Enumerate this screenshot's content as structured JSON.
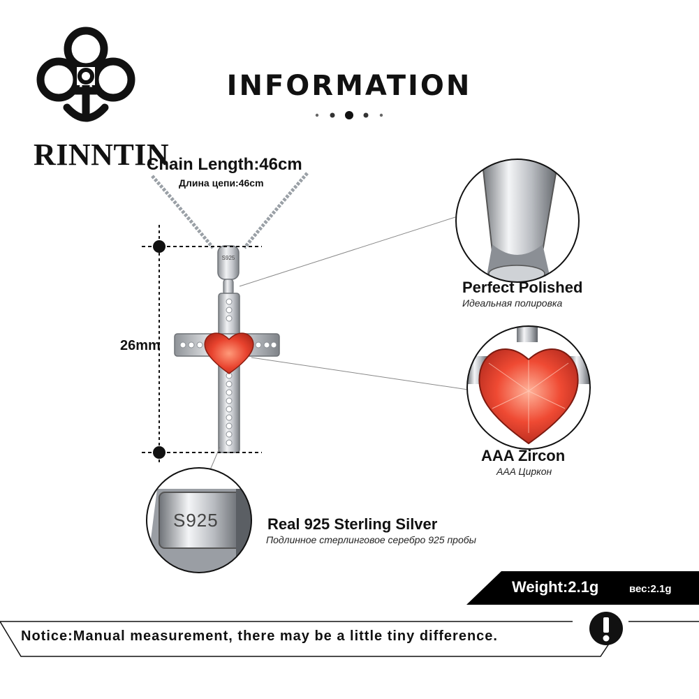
{
  "brand": {
    "name": "RINNTIN"
  },
  "header": {
    "title": "INFORMATION"
  },
  "chain": {
    "length_label": "Chain Length:46cm",
    "length_label_ru": "Длина цепи:46cm"
  },
  "measurement": {
    "height_label": "26mm"
  },
  "stamp": {
    "text": "S925"
  },
  "features": [
    {
      "title": "Perfect  Polished",
      "subtitle": "Идеальная полировка"
    },
    {
      "title": "AAA  Zircon",
      "subtitle": "AAA Циркон"
    },
    {
      "title": "Real 925  Sterling  Silver",
      "subtitle": "Подлинное стерлинговое серебро 925 пробы"
    }
  ],
  "weight": {
    "label": "Weight:2.1g",
    "label_ru": "вес:2.1g"
  },
  "notice": {
    "text": "Notice:Manual measurement, there may be a little tiny difference.",
    "icon": "exclamation-icon"
  },
  "colors": {
    "stone": "#e8432e",
    "silver": "#c9ccd1",
    "text": "#111111",
    "banner": "#000000"
  }
}
